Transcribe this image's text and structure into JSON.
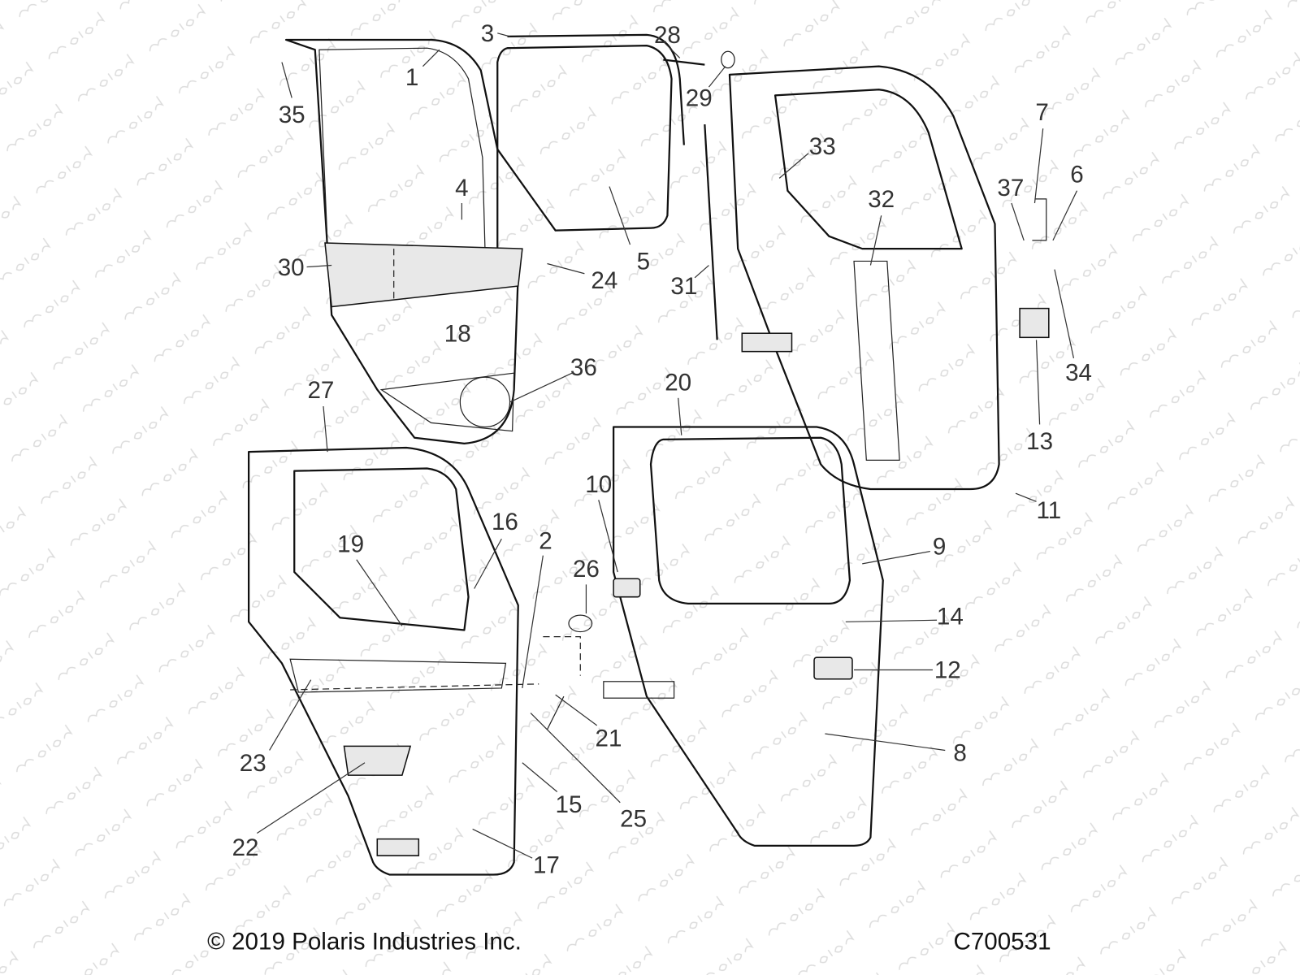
{
  "watermark": "motod.ru",
  "callouts": [
    "1",
    "2",
    "3",
    "4",
    "5",
    "6",
    "7",
    "8",
    "9",
    "10",
    "11",
    "12",
    "13",
    "14",
    "15",
    "16",
    "17",
    "18",
    "19",
    "20",
    "21",
    "22",
    "23",
    "24",
    "25",
    "26",
    "27",
    "28",
    "29",
    "30",
    "31",
    "32",
    "33",
    "34",
    "35",
    "36",
    "37"
  ],
  "footer": {
    "copyright": "© 2019 Polaris Industries Inc.",
    "diagram_id": "C700531"
  }
}
